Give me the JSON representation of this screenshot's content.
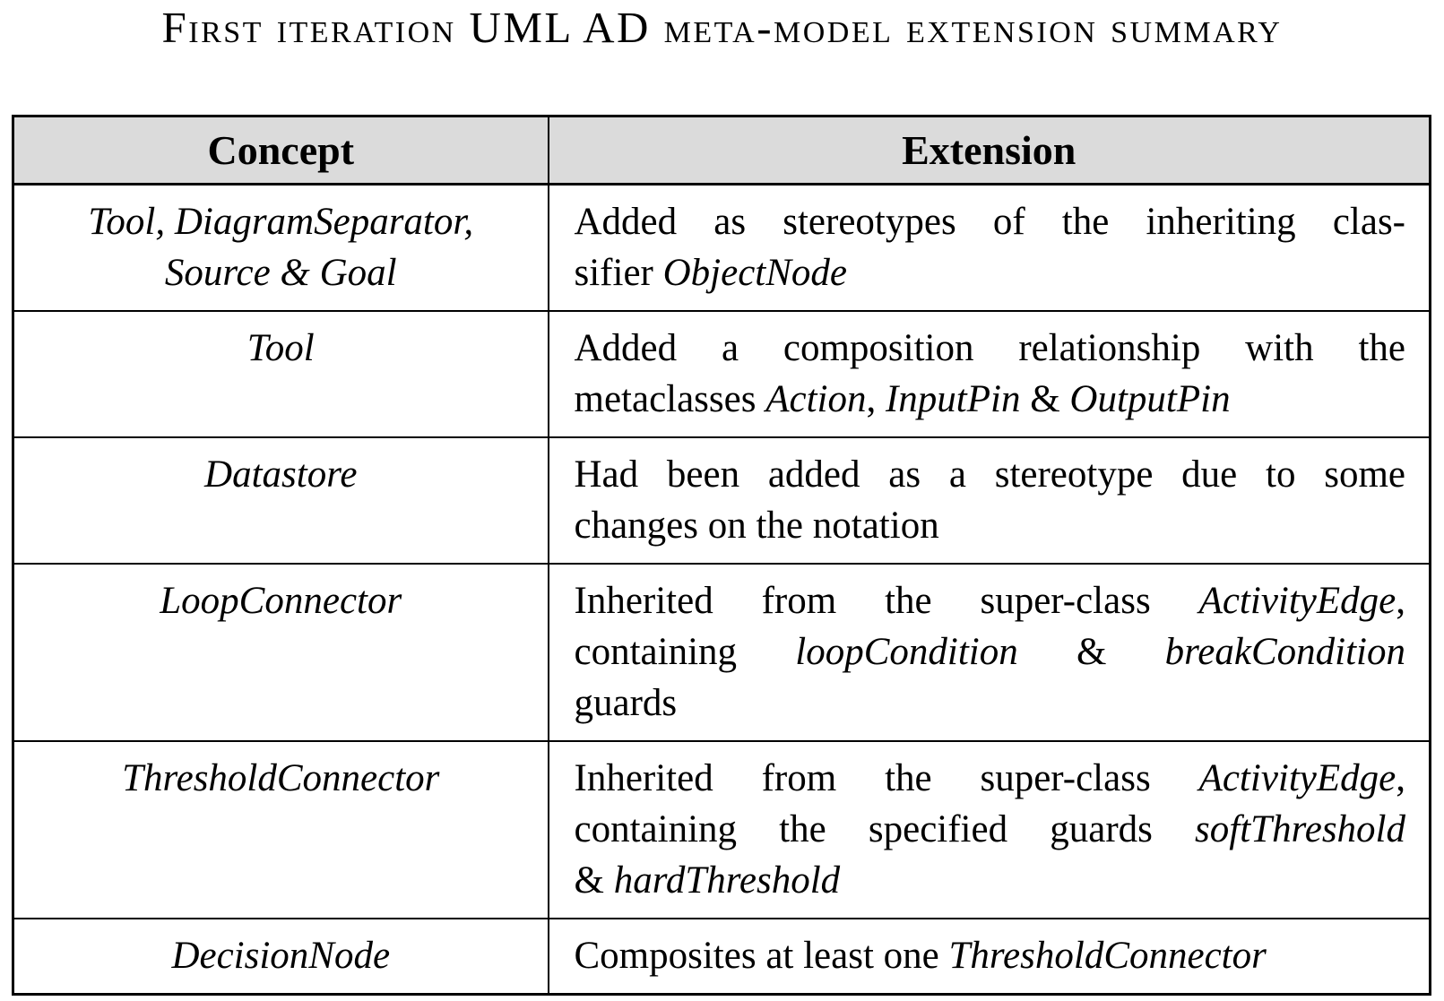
{
  "caption": {
    "text": "First iteration UML AD meta-model extension summary"
  },
  "colors": {
    "page_bg": "#ffffff",
    "text": "#000000",
    "border": "#000000",
    "header_bg": "#dbdbdb"
  },
  "table": {
    "headers": {
      "concept": "Concept",
      "extension": "Extension"
    },
    "rows": [
      {
        "concept": [
          [
            {
              "t": "Tool, DiagramSeparator,",
              "i": true
            }
          ],
          [
            {
              "t": "Source & Goal",
              "i": true
            }
          ]
        ],
        "extension": [
          [
            {
              "t": "Added as stereotypes of the inheriting clas-",
              "i": false
            }
          ],
          [
            {
              "t": "sifier ",
              "i": false
            },
            {
              "t": "ObjectNode",
              "i": true
            }
          ]
        ]
      },
      {
        "concept": [
          [
            {
              "t": "Tool",
              "i": true
            }
          ]
        ],
        "extension": [
          [
            {
              "t": "Added a composition relationship with the",
              "i": false
            }
          ],
          [
            {
              "t": "metaclasses ",
              "i": false
            },
            {
              "t": "Action",
              "i": true
            },
            {
              "t": ", ",
              "i": false
            },
            {
              "t": "InputPin",
              "i": true
            },
            {
              "t": " & ",
              "i": false
            },
            {
              "t": "OutputPin",
              "i": true
            }
          ]
        ]
      },
      {
        "concept": [
          [
            {
              "t": "Datastore",
              "i": true
            }
          ]
        ],
        "extension": [
          [
            {
              "t": "Had been added as a stereotype due to some",
              "i": false
            }
          ],
          [
            {
              "t": "changes on the notation",
              "i": false
            }
          ]
        ]
      },
      {
        "concept": [
          [
            {
              "t": "LoopConnector",
              "i": true
            }
          ]
        ],
        "extension": [
          [
            {
              "t": "Inherited from the super-class ",
              "i": false
            },
            {
              "t": "ActivityEdge",
              "i": true
            },
            {
              "t": ",",
              "i": false
            }
          ],
          [
            {
              "t": "containing ",
              "i": false
            },
            {
              "t": "loopCondition",
              "i": true
            },
            {
              "t": " & ",
              "i": false
            },
            {
              "t": "breakCondition",
              "i": true
            }
          ],
          [
            {
              "t": "guards",
              "i": false
            }
          ]
        ]
      },
      {
        "concept": [
          [
            {
              "t": "ThresholdConnector",
              "i": true
            }
          ]
        ],
        "extension": [
          [
            {
              "t": "Inherited from the super-class ",
              "i": false
            },
            {
              "t": "ActivityEdge",
              "i": true
            },
            {
              "t": ",",
              "i": false
            }
          ],
          [
            {
              "t": "containing the specified guards ",
              "i": false
            },
            {
              "t": "softThreshold",
              "i": true
            }
          ],
          [
            {
              "t": "& ",
              "i": false
            },
            {
              "t": "hardThreshold",
              "i": true
            }
          ]
        ]
      },
      {
        "concept": [
          [
            {
              "t": "DecisionNode",
              "i": true
            }
          ]
        ],
        "extension": [
          [
            {
              "t": "Composites at least one ",
              "i": false
            },
            {
              "t": "ThresholdConnector",
              "i": true
            }
          ]
        ]
      }
    ]
  }
}
